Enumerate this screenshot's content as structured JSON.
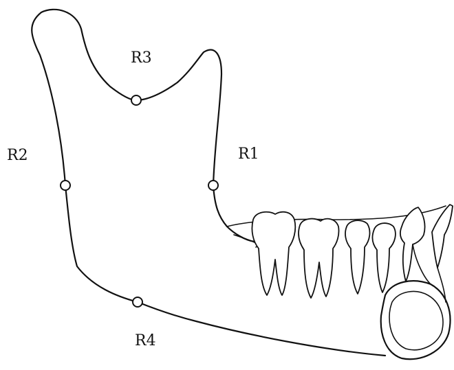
{
  "labels": {
    "r1": "R1",
    "r2": "R2",
    "r3": "R3",
    "r4": "R4"
  },
  "colors": {
    "line": "#111111",
    "background": "#ffffff"
  }
}
